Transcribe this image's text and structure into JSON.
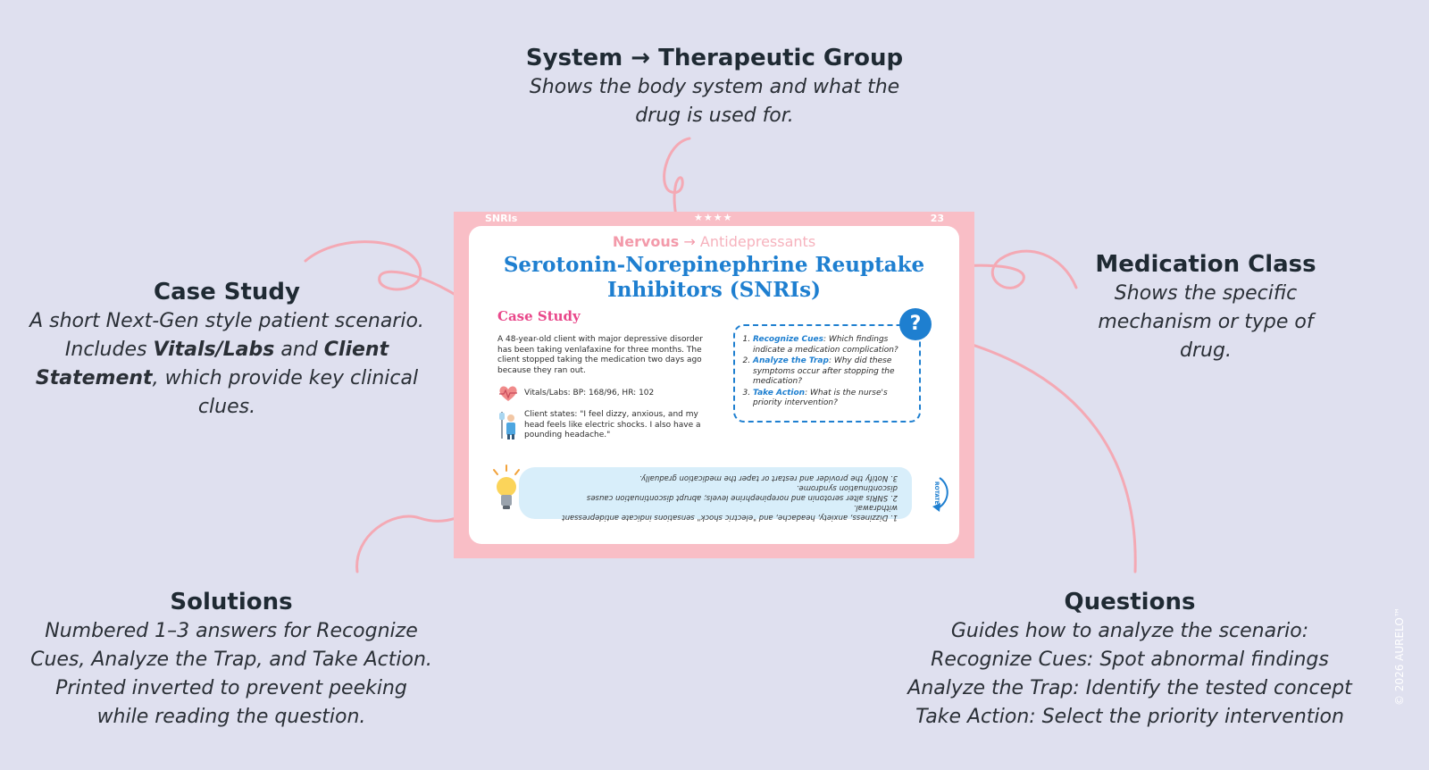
{
  "callouts": {
    "system": {
      "title": "System → Therapeutic Group",
      "desc": [
        "Shows the body system and what the",
        "drug is used for."
      ]
    },
    "medclass": {
      "title": "Medication Class",
      "desc": [
        "Shows the specific",
        "mechanism or type of",
        "drug."
      ]
    },
    "case_study": {
      "title": "Case Study",
      "desc1": "A short Next-Gen style patient scenario.",
      "desc2a": "Includes ",
      "desc2b": "Vitals/Labs",
      "desc2c": " and ",
      "desc2d": "Client",
      "desc3a": "Statement",
      "desc3b": ", which provide key clinical",
      "desc4": "clues."
    },
    "solutions": {
      "title": "Solutions",
      "desc": [
        "Numbered 1–3 answers for Recognize",
        "Cues, Analyze the Trap, and Take Action.",
        "Printed inverted to prevent peeking",
        "while reading the question."
      ]
    },
    "questions": {
      "title": "Questions",
      "desc": [
        "Guides how to analyze the scenario:",
        "Recognize Cues: Spot abnormal findings",
        "Analyze the Trap: Identify the tested concept",
        "Take Action: Select the priority intervention"
      ]
    }
  },
  "card": {
    "tag": "SNRIs",
    "stars": "★★★★",
    "number": "23",
    "system": "Nervous",
    "system_arrow": "→",
    "group": "Antidepressants",
    "class_line1": "Serotonin-Norepinephrine Reuptake",
    "class_line2": "Inhibitors (SNRIs)",
    "case_heading": "Case Study",
    "case_text": "A 48-year-old client with major depressive disorder has been taking venlafaxine for three months. The client stopped taking the medication two days ago because they ran out.",
    "vitals": "Vitals/Labs: BP: 168/96, HR: 102",
    "client_statement": "Client states: \"I feel dizzy, anxious, and my head feels like electric shocks. I also have a pounding headache.\"",
    "questions": [
      {
        "label": "Recognize Cues",
        "text": ": Which findings indicate a medication complication?"
      },
      {
        "label": "Analyze the Trap",
        "text": ": Why did these symptoms occur after stopping the medication?"
      },
      {
        "label": "Take Action",
        "text": ": What is the nurse's priority intervention?"
      }
    ],
    "question_mark": "?",
    "solutions": [
      "1. Dizziness, anxiety, headache, and \"electric shock\" sensations indicate antidepressant withdrawal.",
      "2. SNRIs alter serotonin and norepinephrine levels; abrupt discontinuation causes discontinuation syndrome.",
      "3. Notify the provider and restart or taper the medication gradually."
    ],
    "rotate_label": "ROTATE"
  },
  "copyright": "© 2026 AURELO™",
  "colors": {
    "background": "#dfe0ef",
    "card_pink": "#f9bec6",
    "class_blue": "#1e7fd0",
    "case_pink": "#e9478a",
    "arrow_pink": "#f4a9b4"
  }
}
